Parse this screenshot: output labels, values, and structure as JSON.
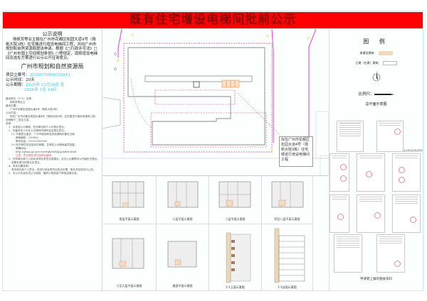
{
  "banner": {
    "title": "既有住宅增设电梯间批前公示"
  },
  "left_panel": {
    "section_title": "公示说明",
    "notice_text": "扬帆芳等业主报在广州市花都区松园大道4号（扬帆大院3栋）住宅楼进行增设电梯间工程，并向广州市规划和自然资源局提出申请。根据《□行政许可法》□《广州市国土空间规划条例》□等规定，现将增设电梯间及选址方案进行公示公开征询意见。",
    "bureau": "广州市规划和自然资源局",
    "project_no_label": "项目立案号：",
    "project_no_value": "2025070000032642",
    "period_label": "公示时间：",
    "period_value": "20天",
    "deadline_label": "公示期限：",
    "deadline_value_1": "2025年 12月20日 至",
    "deadline_value_2": "2026年 1月 14日",
    "details": [
      "建设单位（个人）名称：",
      "扬帆芳等业主",
      "建设位置：",
      "广州市花都区松园大道4号（扬帆大院3栋）",
      "公示内容：",
      "拟在广州市花都区松园大道4号（扬帆大院3栋）住宅楼进行增设电梯间工程，",
      "送审图于二层至九层。",
      "说明：",
      "1、本批前公示期间，任何单位和个人可提出意见。",
      "2、利害关系人可在公示期间申请听证及提出意见。",
      "(1) 书面意见递至：广州市规划和自然资源局花都区分局",
      "邮政编码：510800",
      "联系电话：020-00000000",
      "(2) 电子邮件发送至收件邮箱，并请在公示期间留意回复。",
      "邮箱地址：",
      "http://ghzyj.gz.gov.cn/zwgk/ztzl/yjzj/index.html",
      "注意：意见邮件请注明项目编号。",
      "3、任何单位和个人如对该项目有意见或建议，应在公示期限内以书面形式提出，",
      "逾期未提出的视为无意见。",
      "4、有关问题说明：",
      "有关单位和个人意见，将进行综合研究后依法处理，相关决定将另行公告。",
      "5、本公示内容仅供公示使用，最终以规划部门审批结果为准。"
    ]
  },
  "site_plan": {
    "callout": "拟在广州市花都区松园大道4号（扬帆大院3栋）住宅楼进行增设电梯间工程",
    "colors": {
      "boundary": "#d6347f",
      "pink_road": "#e23ee0",
      "elevator": "#f0a050",
      "building": "#555555"
    }
  },
  "floor_plans": [
    {
      "caption": "首层平面示意图"
    },
    {
      "caption": "二层平面示意图"
    },
    {
      "caption": "三层平面示意图"
    },
    {
      "caption": "四至八层平面示意图"
    },
    {
      "caption": "七至九层平面示意图"
    },
    {
      "caption": "屋面平面示意图"
    },
    {
      "caption": "1-1立面示意图"
    },
    {
      "caption": "1-1剖面示意图"
    }
  ],
  "legend": {
    "title": "图 例",
    "new_building_label": "拟增设建筑：",
    "existing_building_label": "已建（在建）建筑：",
    "scale_label": "比例尺：",
    "scale_unit": "m",
    "plan_name": "总平面示意图"
  },
  "documents": {
    "caption": "申请者上报的相关资料",
    "small_caption": "业主意见征询表原件"
  },
  "colors": {
    "banner_bg": "#ff0000",
    "banner_text": "#8b0000",
    "frame": "#bfeff2",
    "accent_cyan": "#35c7e8",
    "swatch_new": "#efdcbc"
  }
}
